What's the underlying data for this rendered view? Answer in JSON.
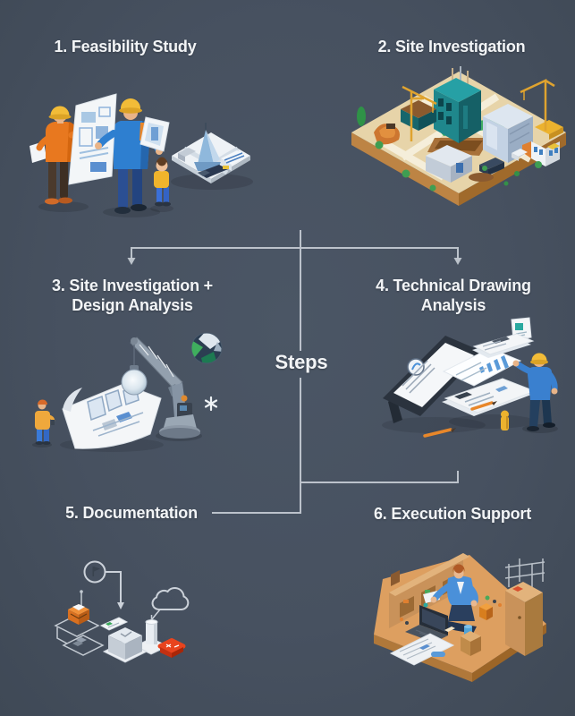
{
  "diagram": {
    "center_label": "Steps",
    "steps": [
      {
        "label": "1. Feasibility Study",
        "illustration": "workers-reviewing-blueprints"
      },
      {
        "label": "2. Site Investigation",
        "illustration": "isometric-construction-site"
      },
      {
        "label": "3. Site Investigation +",
        "label_line2": "Design Analysis",
        "illustration": "crane-inspecting-blueprint"
      },
      {
        "label": "4. Technical Drawing",
        "label_line2": "Analysis",
        "illustration": "engineer-reviewing-drawings"
      },
      {
        "label": "5. Documentation",
        "illustration": "document-workflow-flowchart"
      },
      {
        "label": "6. Execution Support",
        "illustration": "worker-onsite-with-laptop"
      }
    ],
    "colors": {
      "background": "#475160",
      "connector": "#c6ccd4",
      "text": "#f2f4f6",
      "accent_orange": "#e8781f",
      "accent_blue": "#2e7fd0",
      "accent_yellow": "#f0bc38",
      "accent_teal": "#1f878c",
      "sand": "#e7d4a9",
      "wood_tan": "#d89f60",
      "alert_red": "#e8441e"
    }
  }
}
